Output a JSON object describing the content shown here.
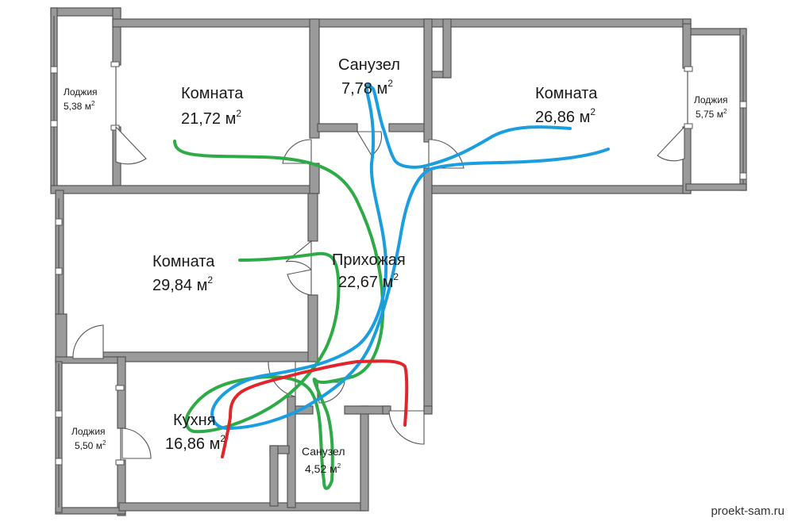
{
  "rooms": {
    "room_nw": {
      "name": "Комната",
      "area": "21,72 м",
      "sup": "2"
    },
    "room_ne": {
      "name": "Комната",
      "area": "26,86 м",
      "sup": "2"
    },
    "room_w": {
      "name": "Комната",
      "area": "29,84 м",
      "sup": "2"
    },
    "bath_top": {
      "name": "Санузел",
      "area": "7,78 м",
      "sup": "2"
    },
    "hall": {
      "name": "Прихожая",
      "area": "22,67 м",
      "sup": "2"
    },
    "kitchen": {
      "name": "Кухня",
      "area": "16,86 м",
      "sup": "2"
    },
    "bath_bottom": {
      "name": "Санузел",
      "area": "4,52 м",
      "sup": "2"
    }
  },
  "loggias": {
    "loggia_nw": {
      "name": "Лоджия",
      "area": "5,38 м",
      "sup": "2"
    },
    "loggia_e": {
      "name": "Лоджия",
      "area": "5,75 м",
      "sup": "2"
    },
    "loggia_sw": {
      "name": "Лоджия",
      "area": "5,50 м",
      "sup": "2"
    }
  },
  "watermark": "proekt-sam.ru",
  "colors": {
    "green_route": "#2eaa47",
    "blue_route": "#1a9ee0",
    "red_route": "#e0262b",
    "wall": "#9a9a9a"
  }
}
